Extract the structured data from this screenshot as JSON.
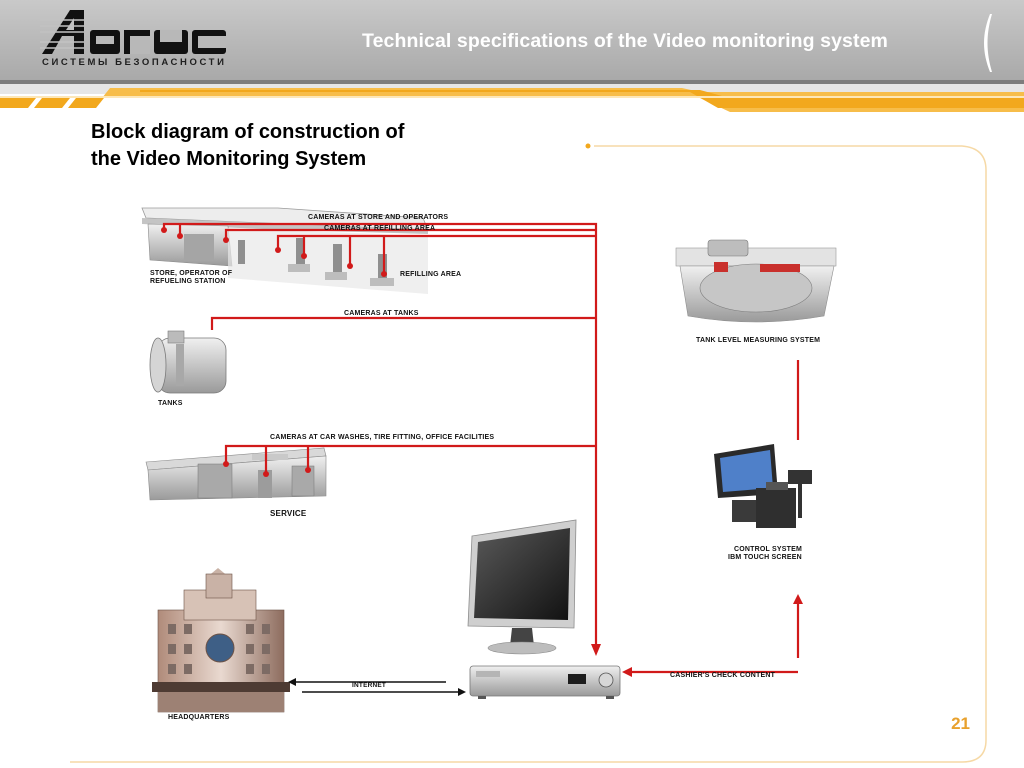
{
  "header": {
    "logo_text": "Aргус",
    "logo_subtitle": "СИСТЕМЫ БЕЗОПАСНОСТИ",
    "title": "Technical specifications of the Video monitoring system"
  },
  "heading": {
    "line1": "Block diagram of construction of",
    "line2": "the Video Monitoring System"
  },
  "diagram": {
    "labels": {
      "cameras_store": "CAMERAS AT STORE AND OPERATORS",
      "cameras_refilling": "CAMERAS AT REFILLING AREA",
      "store_operator": "STORE, OPERATOR OF",
      "refueling_station": "REFUELING STATION",
      "refilling_area": "REFILLING AREA",
      "cameras_tanks": "CAMERAS AT TANKS",
      "tanks": "TANKS",
      "cameras_service": "CAMERAS AT CAR WASHES, TIRE FITTING, OFFICE FACILITIES",
      "service": "SERVICE",
      "tank_level": "TANK LEVEL MEASURING SYSTEM",
      "control_system": "CONTROL SYSTEM",
      "ibm_touch": "IBM  TOUCH SCREEN",
      "cashier": "CASHIER'S CHECK CONTENT",
      "internet": "INTERNET",
      "headquarters": "HEADQUARTERS"
    },
    "colors": {
      "line": "#d11a1a",
      "accent": "#f2a81d"
    }
  },
  "footer": {
    "page_number": "21"
  }
}
